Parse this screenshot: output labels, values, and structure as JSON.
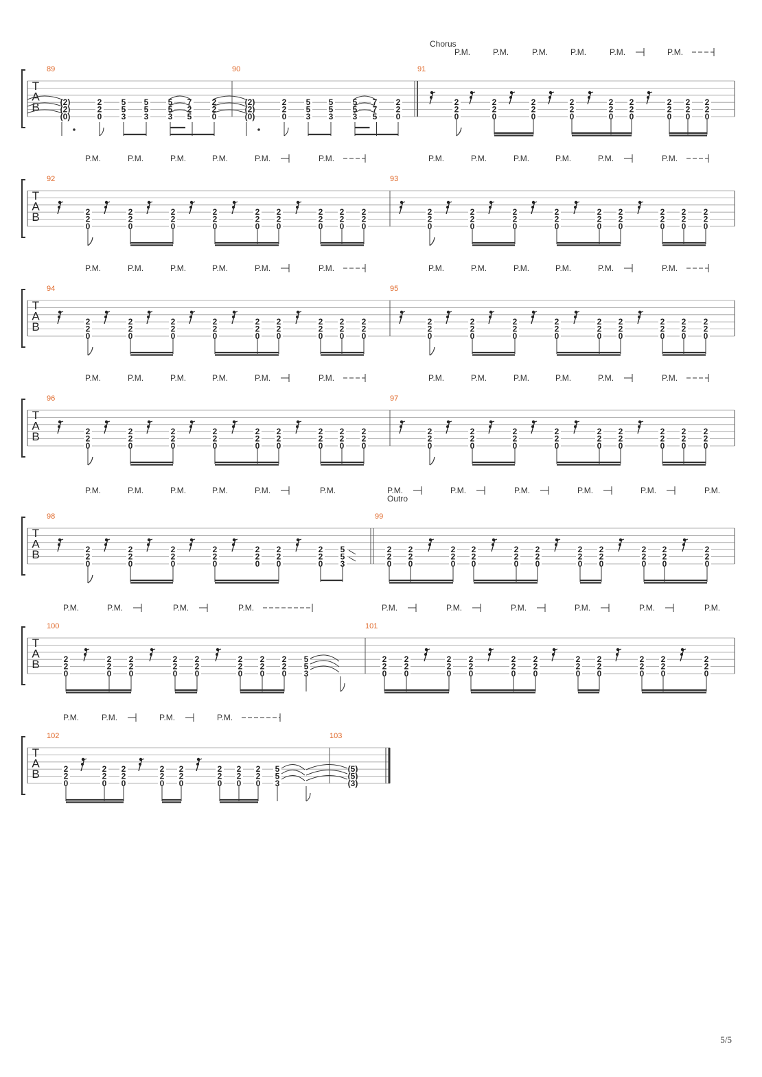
{
  "page_number": "5/5",
  "pm_label": "P.M.",
  "systems": [
    {
      "section": "Chorus",
      "measures": [
        {
          "number": "89",
          "notes": [
            [
              "(2)",
              "(2)",
              "(0)"
            ],
            [
              "2",
              "2",
              "0"
            ],
            [
              "5",
              "5",
              "3"
            ],
            [
              "5",
              "5",
              "3"
            ],
            [
              "5",
              "5",
              "3"
            ],
            [
              "7",
              "2",
              "5"
            ],
            [
              "2",
              "2",
              "0"
            ]
          ]
        },
        {
          "number": "90",
          "notes": [
            [
              "(2)",
              "(2)",
              "(0)"
            ],
            [
              "2",
              "2",
              "0"
            ],
            [
              "5",
              "5",
              "3"
            ],
            [
              "5",
              "5",
              "3"
            ],
            [
              "5",
              "5",
              "3"
            ],
            [
              "7",
              "7",
              "5"
            ],
            [
              "2",
              "2",
              "0"
            ]
          ]
        },
        {
          "number": "91",
          "notes": [
            [
              "2",
              "2",
              "0"
            ],
            [
              "2",
              "2",
              "0"
            ],
            [
              "2",
              "2",
              "0"
            ],
            [
              "2",
              "2",
              "0"
            ],
            [
              "2",
              "2",
              "0"
            ],
            [
              "2",
              "2",
              "0"
            ],
            [
              "2",
              "2",
              "0"
            ],
            [
              "2",
              "2",
              "0"
            ],
            [
              "2",
              "2",
              "0"
            ],
            [
              "2",
              "2",
              "0"
            ],
            [
              "2",
              "2",
              "0"
            ]
          ]
        }
      ],
      "pm": [
        "P.M.",
        "P.M.",
        "P.M.",
        "P.M.",
        "P.M.",
        "P.M."
      ]
    },
    {
      "measures": [
        {
          "number": "92"
        },
        {
          "number": "93"
        }
      ],
      "pm": [
        "P.M.",
        "P.M.",
        "P.M.",
        "P.M.",
        "P.M.",
        "P.M.",
        "P.M.",
        "P.M.",
        "P.M.",
        "P.M.",
        "P.M.",
        "P.M."
      ]
    },
    {
      "measures": [
        {
          "number": "94"
        },
        {
          "number": "95"
        }
      ],
      "pm": [
        "P.M.",
        "P.M.",
        "P.M.",
        "P.M.",
        "P.M.",
        "P.M.",
        "P.M.",
        "P.M.",
        "P.M.",
        "P.M.",
        "P.M.",
        "P.M."
      ]
    },
    {
      "measures": [
        {
          "number": "96"
        },
        {
          "number": "97"
        }
      ],
      "pm": [
        "P.M.",
        "P.M.",
        "P.M.",
        "P.M.",
        "P.M.",
        "P.M.",
        "P.M.",
        "P.M.",
        "P.M.",
        "P.M.",
        "P.M.",
        "P.M."
      ]
    },
    {
      "section": "Outro",
      "measures": [
        {
          "number": "98"
        },
        {
          "number": "99"
        }
      ],
      "pm": [
        "P.M.",
        "P.M.",
        "P.M.",
        "P.M.",
        "P.M.",
        "P.M.",
        "P.M.",
        "P.M.",
        "P.M.",
        "P.M.",
        "P.M.",
        "P.M."
      ]
    },
    {
      "measures": [
        {
          "number": "100"
        },
        {
          "number": "101"
        }
      ],
      "pm": [
        "P.M.",
        "P.M.",
        "P.M.",
        "P.M.",
        "P.M.",
        "P.M.",
        "P.M.",
        "P.M.",
        "P.M.",
        "P.M."
      ]
    },
    {
      "measures": [
        {
          "number": "102"
        },
        {
          "number": "103"
        }
      ],
      "pm": [
        "P.M.",
        "P.M.",
        "P.M.",
        "P.M."
      ],
      "final_chord": [
        "(5)",
        "(5)",
        "(3)"
      ]
    }
  ],
  "tab_letters": [
    "T",
    "A",
    "B"
  ],
  "chord_standard": [
    "2",
    "2",
    "0"
  ],
  "chord_high": [
    "5",
    "5",
    "3"
  ]
}
